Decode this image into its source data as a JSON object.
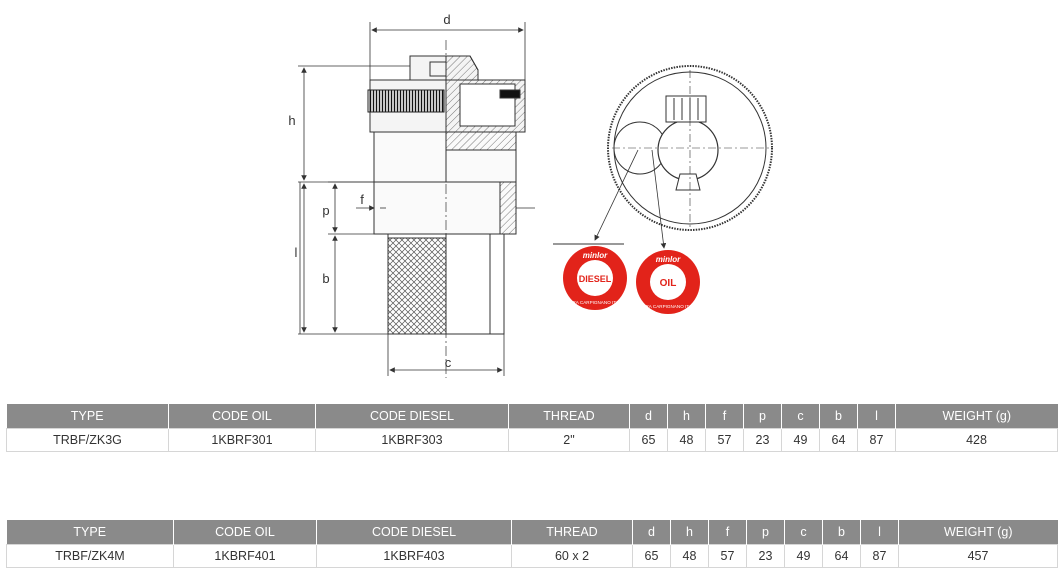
{
  "drawing": {
    "dimension_labels": {
      "d": "d",
      "h": "h",
      "f": "f",
      "p": "p",
      "l": "l",
      "b": "b",
      "c": "c"
    },
    "badges": [
      {
        "brand": "minlor",
        "label": "DIESEL",
        "ring_text": "CURA CARPIGNANO ITALY",
        "color": "#e2231a"
      },
      {
        "brand": "minlor",
        "label": "OIL",
        "ring_text": "CURA CARPIGNANO ITALY",
        "color": "#e2231a"
      }
    ]
  },
  "tables": [
    {
      "headers": [
        "TYPE",
        "CODE OIL",
        "CODE DIESEL",
        "THREAD",
        "d",
        "h",
        "f",
        "p",
        "c",
        "b",
        "l",
        "WEIGHT (g)"
      ],
      "rows": [
        [
          "TRBF/ZK3G",
          "1KBRF301",
          "1KBRF303",
          "2\"",
          "65",
          "48",
          "57",
          "23",
          "49",
          "64",
          "87",
          "428"
        ]
      ]
    },
    {
      "headers": [
        "TYPE",
        "CODE OIL",
        "CODE DIESEL",
        "THREAD",
        "d",
        "h",
        "f",
        "p",
        "c",
        "b",
        "l",
        "WEIGHT (g)"
      ],
      "rows": [
        [
          "TRBF/ZK4M",
          "1KBRF401",
          "1KBRF403",
          "60 x 2",
          "65",
          "48",
          "57",
          "23",
          "49",
          "64",
          "87",
          "457"
        ]
      ]
    }
  ]
}
